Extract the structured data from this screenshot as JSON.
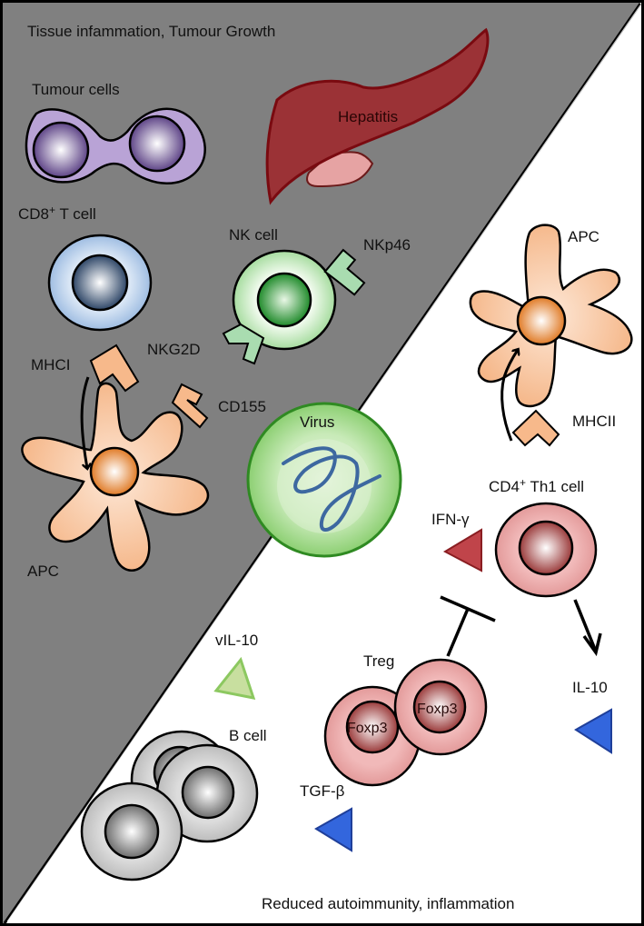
{
  "regions": {
    "top_left": {
      "caption": "Tissue infammation, Tumour Growth",
      "background": "#808080"
    },
    "bottom_right": {
      "caption": "Reduced autoimmunity, inflammation",
      "background": "#ffffff"
    }
  },
  "labels": {
    "tumour_cells": "Tumour cells",
    "hepatitis": "Hepatitis",
    "cd8_prefix": "CD8",
    "cd8_sup": "+",
    "cd8_suffix": " T cell",
    "nk_cell": "NK cell",
    "nkp46": "NKp46",
    "nkg2d": "NKG2D",
    "mhci": "MHCI",
    "cd155": "CD155",
    "apc_left": "APC",
    "virus": "Virus",
    "apc_right": "APC",
    "mhcii": "MHCII",
    "cd4_prefix": "CD4",
    "cd4_sup": "+",
    "cd4_suffix": " Th1 cell",
    "ifn_gamma": "IFN-γ",
    "treg": "Treg",
    "foxp3_a": "Foxp3",
    "foxp3_b": "Foxp3",
    "il10": "IL-10",
    "vil10": "vIL-10",
    "b_cell": "B cell",
    "tgf_beta": "TGF-β"
  },
  "colors": {
    "tumour": "#b9a3d6",
    "tumour_nucleus": "#6b4f93",
    "cd8": "#a9c4e6",
    "cd8_nucleus": "#3c5576",
    "nk": "#b6e3b0",
    "nk_nucleus": "#2f9a3a",
    "receptor_green": "#a9dcb0",
    "apc": "#f7b98b",
    "apc_nucleus": "#e98a3c",
    "liver": "#9b3236",
    "liver_edge": "#7a0a10",
    "gallbladder": "#e6a3a3",
    "virus": "#9fd98a",
    "virus_edge": "#2f8a22",
    "virus_dna": "#3d68a0",
    "th1": "#e8a6a6",
    "th1_nucleus": "#a44848",
    "ifn_triangle": "#c0444a",
    "il10_triangle": "#3366dd",
    "vil10_triangle": "#b8d99a",
    "b_cell": "#c9c9c9",
    "b_cell_nucleus": "#808080"
  }
}
